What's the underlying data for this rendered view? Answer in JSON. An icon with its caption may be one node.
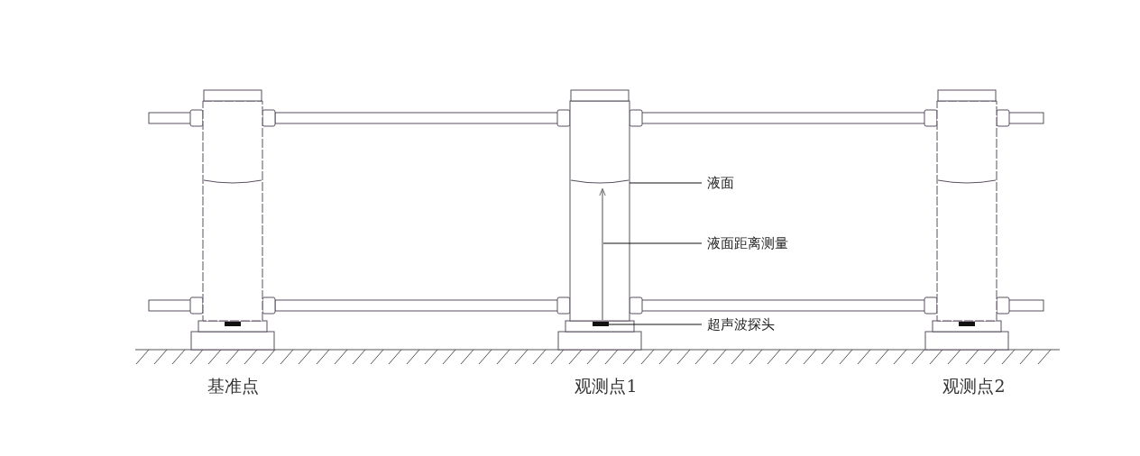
{
  "diagram": {
    "nodes": [
      {
        "text": [
          "液面"
        ]
      },
      {
        "text": [
          "液面距离测量"
        ]
      },
      {
        "text": [
          "超声波探头"
        ]
      },
      {
        "text": [],
        "shape": "line"
      },
      {
        "text": [],
        "shape": "arrow"
      },
      {
        "text": [],
        "shape": "bar"
      }
    ],
    "edges": [
      {
        "from": 0,
        "to": 3,
        "arrow": "none"
      },
      {
        "from": 1,
        "to": 4,
        "arrow": "none"
      },
      {
        "from": 2,
        "to": 5,
        "arrow": "none"
      }
    ],
    "labels": [
      "基准点",
      "观测点1",
      "观测点2"
    ]
  }
}
